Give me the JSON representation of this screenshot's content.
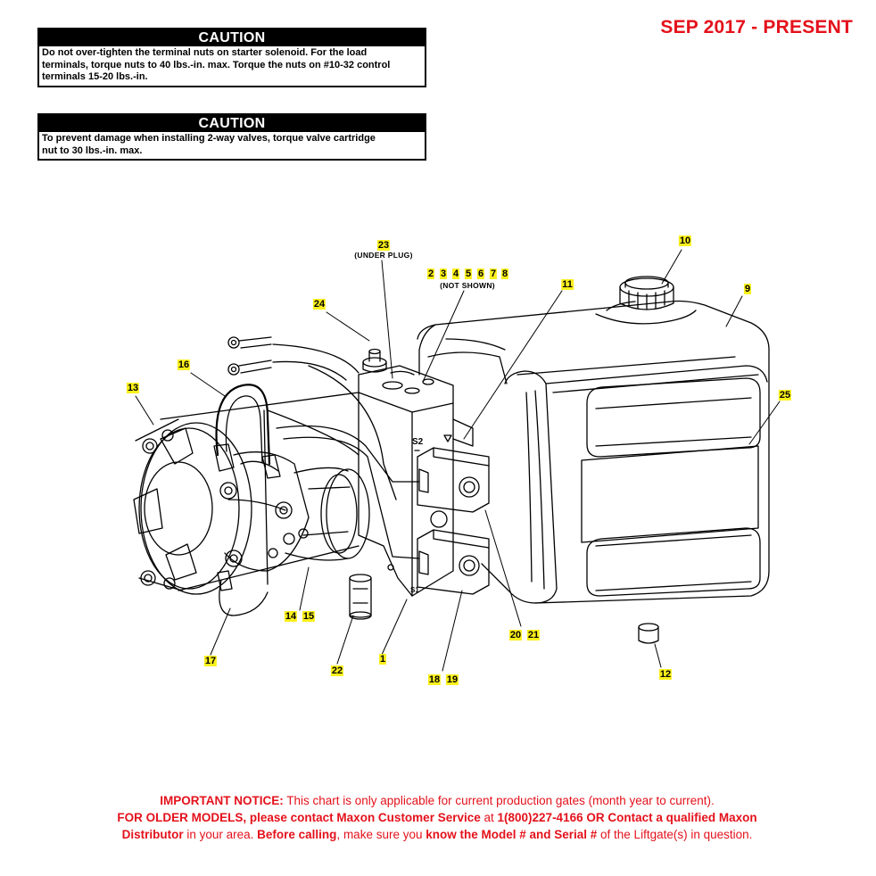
{
  "date_range": "SEP 2017 - PRESENT",
  "cautions": [
    {
      "title": "CAUTION",
      "lines": [
        "Do not over-tighten the terminal nuts on starter solenoid. For the load",
        "terminals, torque nuts to 40 lbs.-in. max. Torque the nuts on #10-32 control",
        "terminals 15-20 lbs.-in."
      ]
    },
    {
      "title": "CAUTION",
      "lines": [
        "To prevent damage when installing 2-way valves, torque valve cartridge",
        "nut to 30 lbs.-in. max."
      ]
    }
  ],
  "callouts": {
    "c1": "1",
    "c2": "2",
    "c3": "3",
    "c4": "4",
    "c5": "5",
    "c6": "6",
    "c7": "7",
    "c8": "8",
    "c9": "9",
    "c10": "10",
    "c11": "11",
    "c12": "12",
    "c13": "13",
    "c14": "14",
    "c15": "15",
    "c16": "16",
    "c17": "17",
    "c18": "18",
    "c19": "19",
    "c20": "20",
    "c21": "21",
    "c22": "22",
    "c23": "23",
    "c24": "24",
    "c25": "25",
    "note_under_plug": "(UNDER PLUG)",
    "note_not_shown": "(NOT SHOWN)"
  },
  "valve_labels": {
    "s2": "S2",
    "s1": "S1"
  },
  "notice": {
    "l1_bold": "IMPORTANT NOTICE:",
    "l1_rest": " This chart is only applicable for current production gates (month year to current).",
    "l2_bold": "FOR OLDER MODELS, please contact Maxon Customer Service",
    "l2_mid": " at ",
    "l2_bold2": "1(800)227-4166 OR Contact a qualified Maxon",
    "l3_bold": "Distributor",
    "l3_mid": " in your area. ",
    "l3_bold2": "Before calling",
    "l3_mid2": ", make sure you ",
    "l3_bold3": "know the Model # and Serial #",
    "l3_end": " of the Liftgate(s) in question."
  },
  "colors": {
    "red": "#e4111b",
    "highlight": "#fbf01c"
  }
}
